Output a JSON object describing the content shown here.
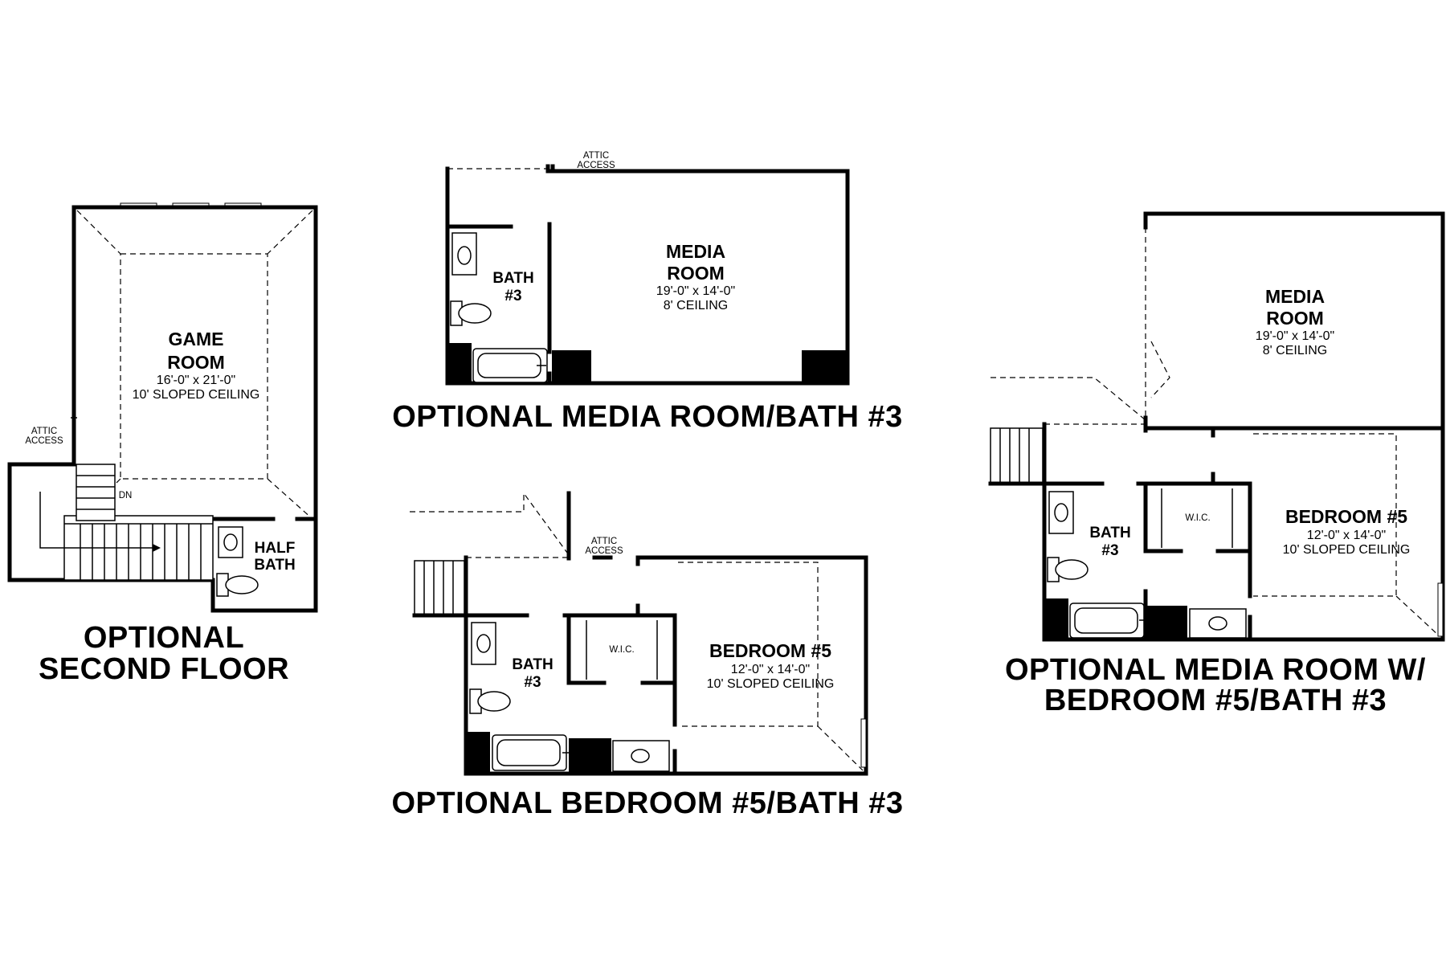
{
  "plans": {
    "second_floor": {
      "caption_line1": "OPTIONAL",
      "caption_line2": "SECOND FLOOR",
      "game_room": {
        "name_line1": "GAME",
        "name_line2": "ROOM",
        "size": "16'-0\" x 21'-0\"",
        "ceiling": "10' SLOPED CEILING"
      },
      "half_bath": {
        "name_line1": "HALF",
        "name_line2": "BATH"
      },
      "attic_line1": "ATTIC",
      "attic_line2": "ACCESS",
      "stair_label": "DN"
    },
    "media_bath": {
      "caption": "OPTIONAL MEDIA ROOM/BATH #3",
      "media_room": {
        "name_line1": "MEDIA",
        "name_line2": "ROOM",
        "size": "19'-0\" x 14'-0\"",
        "ceiling": "8' CEILING"
      },
      "bath": {
        "name_line1": "BATH",
        "name_line2": "#3"
      },
      "attic_line1": "ATTIC",
      "attic_line2": "ACCESS"
    },
    "bedroom_bath": {
      "caption": "OPTIONAL BEDROOM #5/BATH #3",
      "bedroom": {
        "name": "BEDROOM #5",
        "size": "12'-0\" x 14'-0\"",
        "ceiling": "10' SLOPED CEILING"
      },
      "bath": {
        "name_line1": "BATH",
        "name_line2": "#3"
      },
      "wic": "W.I.C.",
      "attic_line1": "ATTIC",
      "attic_line2": "ACCESS"
    },
    "media_bedroom_bath": {
      "caption_line1": "OPTIONAL MEDIA ROOM W/",
      "caption_line2": "BEDROOM #5/BATH #3",
      "media_room": {
        "name_line1": "MEDIA",
        "name_line2": "ROOM",
        "size": "19'-0\" x 14'-0\"",
        "ceiling": "8' CEILING"
      },
      "bedroom": {
        "name": "BEDROOM #5",
        "size": "12'-0\" x 14'-0\"",
        "ceiling": "10' SLOPED CEILING"
      },
      "bath": {
        "name_line1": "BATH",
        "name_line2": "#3"
      },
      "wic": "W.I.C."
    }
  }
}
